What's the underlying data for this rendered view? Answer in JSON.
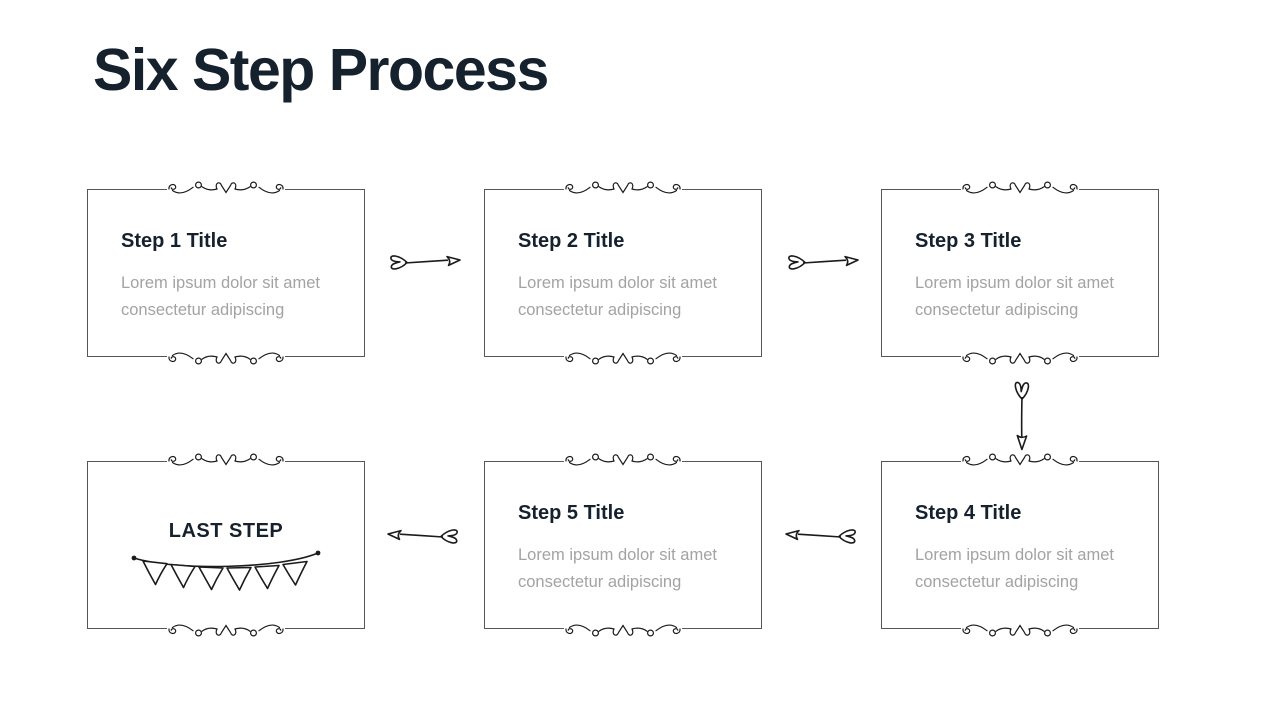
{
  "slide": {
    "title": "Six Step Process",
    "colors": {
      "background": "#ffffff",
      "heading_text": "#16212e",
      "step_title_text": "#16212e",
      "description_text": "#a3a3a3",
      "box_border": "#565656",
      "ink": "#1b1b1b"
    },
    "steps": [
      {
        "title": "Step 1 Title",
        "description": "Lorem ipsum dolor sit amet consectetur adipiscing"
      },
      {
        "title": "Step 2 Title",
        "description": "Lorem ipsum dolor sit amet consectetur adipiscing"
      },
      {
        "title": "Step 3 Title",
        "description": "Lorem ipsum dolor sit amet consectetur adipiscing"
      },
      {
        "title": "Step 4 Title",
        "description": "Lorem ipsum dolor sit amet consectetur adipiscing"
      },
      {
        "title": "Step 5 Title",
        "description": "Lorem ipsum dolor sit amet consectetur adipiscing"
      },
      {
        "title": "LAST STEP",
        "description": ""
      }
    ],
    "icons": {
      "box_ornament": "calligraphic-flourish",
      "connector_right": "hand-drawn-arrow-right",
      "connector_down": "hand-drawn-arrow-down",
      "connector_left": "hand-drawn-arrow-left",
      "last_step_decoration": "bunting-banner"
    }
  }
}
